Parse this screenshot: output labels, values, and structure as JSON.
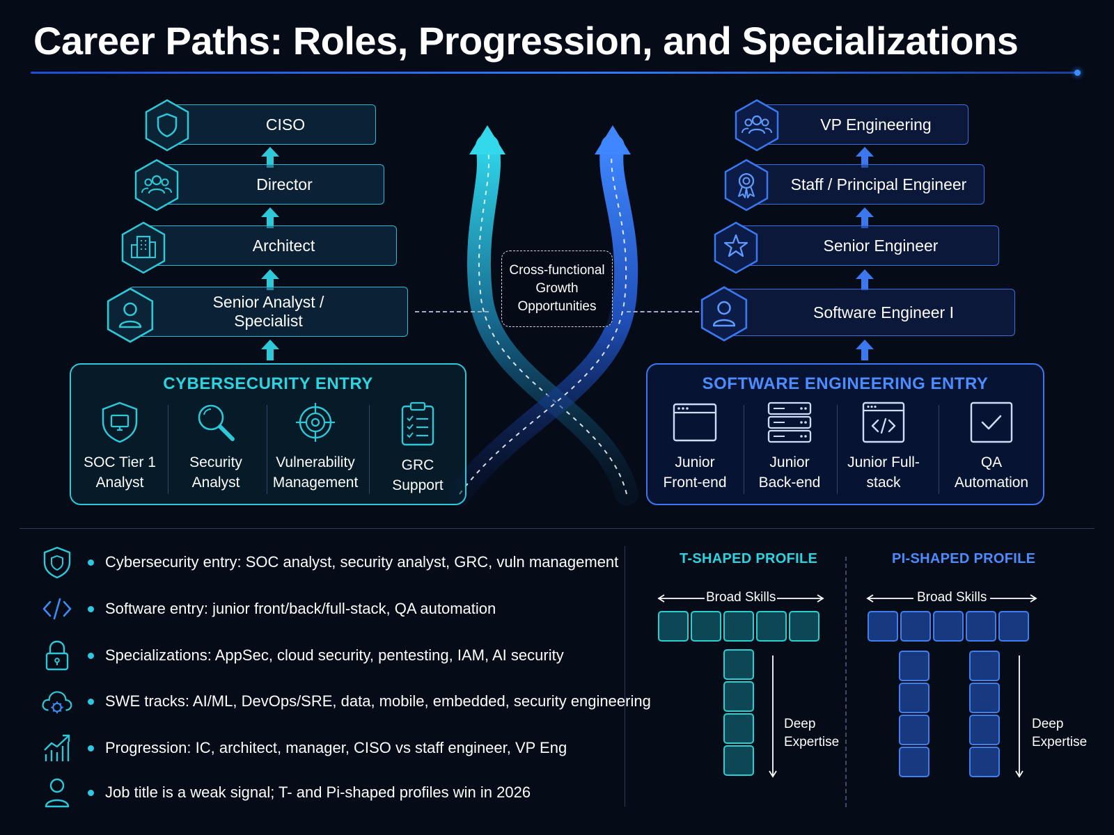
{
  "title": "Career Paths: Roles, Progression, and Specializations",
  "cyber_ladder": [
    {
      "label": "CISO",
      "icon": "shield-icon"
    },
    {
      "label": "Director",
      "icon": "team-icon"
    },
    {
      "label": "Architect",
      "icon": "building-icon"
    },
    {
      "label": "Senior Analyst / Specialist",
      "icon": "person-icon"
    }
  ],
  "swe_ladder": [
    {
      "label": "VP Engineering",
      "icon": "team-icon"
    },
    {
      "label": "Staff / Principal Engineer",
      "icon": "award-ribbon-icon"
    },
    {
      "label": "Senior Engineer",
      "icon": "star-icon"
    },
    {
      "label": "Software Engineer I",
      "icon": "person-icon"
    }
  ],
  "cross_functional": "Cross-functional Growth Opportunities",
  "cyber_entry": {
    "title": "CYBERSECURITY ENTRY",
    "items": [
      {
        "label": "SOC Tier 1 Analyst",
        "icon": "monitor-shield-icon"
      },
      {
        "label": "Security Analyst",
        "icon": "magnifier-icon"
      },
      {
        "label": "Vulnerability Management",
        "icon": "target-icon"
      },
      {
        "label": "GRC Support",
        "icon": "checklist-icon"
      }
    ]
  },
  "swe_entry": {
    "title": "SOFTWARE ENGINEERING ENTRY",
    "items": [
      {
        "label": "Junior Front-end",
        "icon": "browser-window-icon"
      },
      {
        "label": "Junior Back-end",
        "icon": "server-stack-icon"
      },
      {
        "label": "Junior Full-stack",
        "icon": "code-window-icon"
      },
      {
        "label": "QA Automation",
        "icon": "checkbox-icon"
      }
    ]
  },
  "bullets": [
    {
      "text": "Cybersecurity entry: SOC analyst, security analyst, GRC, vuln management",
      "icon": "shield-icon"
    },
    {
      "text": "Software entry: junior front/back/full-stack, QA automation",
      "icon": "code-icon"
    },
    {
      "text": "Specializations: AppSec, cloud security, pentesting, IAM, AI security",
      "icon": "lock-icon"
    },
    {
      "text": "SWE tracks: AI/ML, DevOps/SRE, data, mobile, embedded, security engineering",
      "icon": "cloud-gear-icon"
    },
    {
      "text": "Progression: IC, architect, manager, CISO vs staff engineer, VP Eng",
      "icon": "growth-chart-icon"
    },
    {
      "text": "Job title is a weak signal; T- and Pi-shaped profiles win in 2026",
      "icon": "person-icon"
    }
  ],
  "t_profile": {
    "title": "T-SHAPED PROFILE",
    "broad": "Broad Skills",
    "deep_1": "Deep",
    "deep_2": "Expertise"
  },
  "pi_profile": {
    "title": "PI-SHAPED PROFILE",
    "broad": "Broad Skills",
    "deep_1": "Deep",
    "deep_2": "Expertise"
  },
  "colors": {
    "cyan": "#2ec8d8",
    "blue": "#3b78ef",
    "background": "#050b17"
  }
}
